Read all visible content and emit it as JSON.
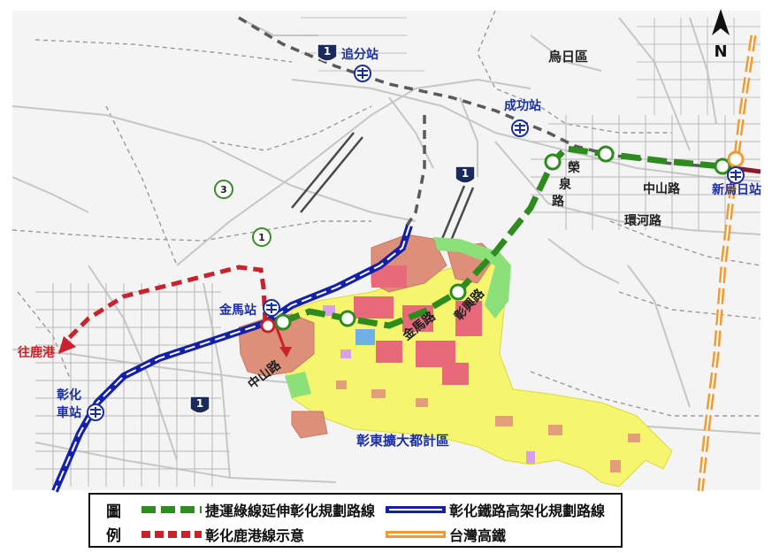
{
  "labels": {
    "wuri_district": "烏日區",
    "zhuifen_station": "追分站",
    "chenggong_station": "成功站",
    "xin_wuri_station": "新烏日站",
    "jinma_station": "金馬站",
    "changhua_station": "彰化\n車站",
    "changhua_station_line1": "彰化",
    "changhua_station_line2": "車站",
    "to_lukang": "往鹿港",
    "zhongshan_rd_east": "中山路",
    "huanhe_rd": "環河路",
    "rongquan_rd": "榮泉路",
    "rongquan_1": "榮",
    "rongquan_2": "泉",
    "rongquan_3": "路",
    "jinma_rd": "金馬路",
    "zhangxing_rd": "彰興路",
    "zhongshan_rd_west": "中山路",
    "plan_area": "彰東擴大都計區",
    "north": "N"
  },
  "shields": {
    "freeway_1_north": "1",
    "freeway_1_mid": "1",
    "freeway_1_south": "1",
    "prov_3": "3",
    "prov_1": "1"
  },
  "legend": {
    "key_top": "圖",
    "key_bottom": "例",
    "items": [
      {
        "label": "捷運綠線延伸彰化規劃路線",
        "color": "#2e8b1e"
      },
      {
        "label": "彰化鐵路高架化規劃路線",
        "color": "#1420a8"
      },
      {
        "label": "彰化鹿港線示意",
        "color": "#c8232c"
      },
      {
        "label": "台灣高鐵",
        "color": "#f29a30"
      }
    ]
  },
  "colors": {
    "mrt_green": "#2e8b1e",
    "rail_blue": "#1420a8",
    "lukang_red": "#c8232c",
    "hsr_orange": "#f29a30",
    "label_blue": "#1a2fa0",
    "residential_yellow": "#f5f56e",
    "commercial_red": "#e8697a",
    "industrial_salmon": "#de8f7a",
    "park_green": "#8be07a"
  }
}
